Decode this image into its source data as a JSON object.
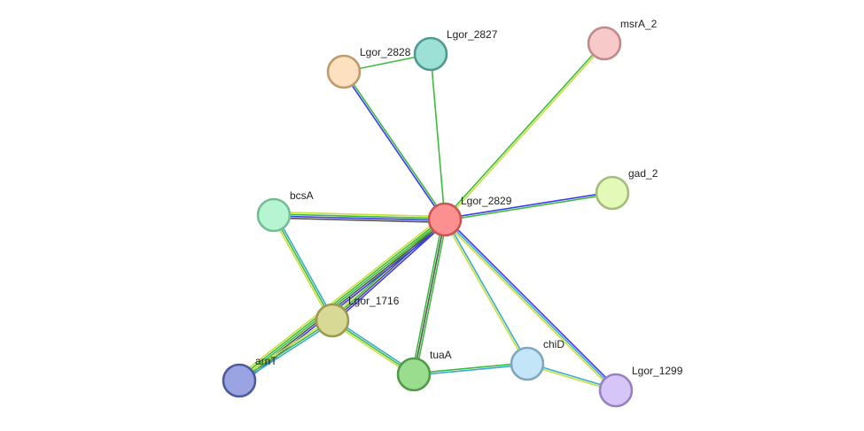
{
  "network": {
    "nodes": [
      {
        "id": "Lgor_2829",
        "label": "Lgor_2829",
        "fill": "#fc8f8f",
        "stroke": "#c85656"
      },
      {
        "id": "Lgor_2828",
        "label": "Lgor_2828",
        "fill": "#fde0c0",
        "stroke": "#be9a6c"
      },
      {
        "id": "Lgor_2827",
        "label": "Lgor_2827",
        "fill": "#9de0d6",
        "stroke": "#4f9a90"
      },
      {
        "id": "msrA_2",
        "label": "msrA_2",
        "fill": "#f8c9c9",
        "stroke": "#c08a8a"
      },
      {
        "id": "gad_2",
        "label": "gad_2",
        "fill": "#e2f9b8",
        "stroke": "#a4bd7a"
      },
      {
        "id": "bcsA",
        "label": "bcsA",
        "fill": "#b7f5d2",
        "stroke": "#74be94"
      },
      {
        "id": "Lgor_1716",
        "label": "Lgor_1716",
        "fill": "#d9d996",
        "stroke": "#9a9a50"
      },
      {
        "id": "arnT",
        "label": "arnT",
        "fill": "#9aa4e2",
        "stroke": "#4c5a9e"
      },
      {
        "id": "tuaA",
        "label": "tuaA",
        "fill": "#9bdd8e",
        "stroke": "#519a48"
      },
      {
        "id": "chiD",
        "label": "chiD",
        "fill": "#c2e6f8",
        "stroke": "#7fa7bd"
      },
      {
        "id": "Lgor_1299",
        "label": "Lgor_1299",
        "fill": "#d6c6f8",
        "stroke": "#9782c0"
      }
    ],
    "edges": [
      {
        "source": "Lgor_2828",
        "target": "Lgor_2827",
        "colors": [
          "#3dbb3d"
        ]
      },
      {
        "source": "Lgor_2829",
        "target": "Lgor_2828",
        "colors": [
          "#3a3af0",
          "#3dbb3d"
        ]
      },
      {
        "source": "Lgor_2829",
        "target": "Lgor_2827",
        "colors": [
          "#3dbb3d"
        ]
      },
      {
        "source": "Lgor_2829",
        "target": "msrA_2",
        "colors": [
          "#3dbb3d",
          "#c8de3a"
        ]
      },
      {
        "source": "Lgor_2829",
        "target": "gad_2",
        "colors": [
          "#3a3af0",
          "#3dbb3d"
        ]
      },
      {
        "source": "Lgor_2829",
        "target": "bcsA",
        "colors": [
          "#555555",
          "#3a3af0",
          "#3dbb3d",
          "#c8de3a"
        ]
      },
      {
        "source": "Lgor_2829",
        "target": "Lgor_1716",
        "colors": [
          "#3a3af0",
          "#555555",
          "#3dbb3d",
          "#c8de3a"
        ]
      },
      {
        "source": "Lgor_2829",
        "target": "arnT",
        "colors": [
          "#3a3af0",
          "#555555",
          "#3dbb3d",
          "#3dbb3d",
          "#c8de3a"
        ]
      },
      {
        "source": "Lgor_2829",
        "target": "tuaA",
        "colors": [
          "#3dbb3d",
          "#555555",
          "#3dbb3d"
        ]
      },
      {
        "source": "Lgor_2829",
        "target": "chiD",
        "colors": [
          "#3aaad0",
          "#c8de3a"
        ]
      },
      {
        "source": "Lgor_2829",
        "target": "Lgor_1299",
        "colors": [
          "#3a3af0",
          "#3aaad0",
          "#c8de3a"
        ]
      },
      {
        "source": "bcsA",
        "target": "Lgor_1716",
        "colors": [
          "#3aaad0",
          "#3dbb3d",
          "#c8de3a"
        ]
      },
      {
        "source": "Lgor_1716",
        "target": "arnT",
        "colors": [
          "#3aaad0",
          "#3dbb3d",
          "#c8de3a"
        ]
      },
      {
        "source": "Lgor_1716",
        "target": "tuaA",
        "colors": [
          "#3aaad0",
          "#3dbb3d",
          "#c8de3a"
        ]
      },
      {
        "source": "tuaA",
        "target": "chiD",
        "colors": [
          "#3dbb3d",
          "#3aaad0"
        ]
      },
      {
        "source": "chiD",
        "target": "Lgor_1299",
        "colors": [
          "#3aaad0",
          "#c8de3a"
        ]
      }
    ]
  }
}
